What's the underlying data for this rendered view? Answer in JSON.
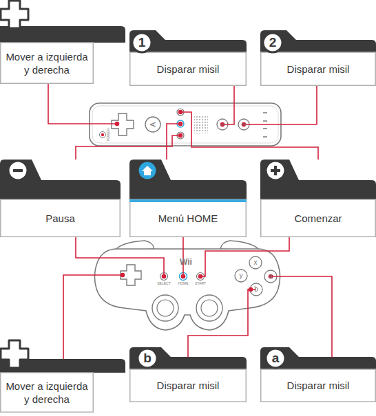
{
  "diagram": {
    "nodes": [
      {
        "text": [
          "Mover a izquierda y derecha"
        ]
      },
      {
        "text": [
          "1",
          "Disparar misil"
        ]
      },
      {
        "text": [
          "2",
          "Disparar misil"
        ]
      },
      {
        "text": [
          "Pausa"
        ]
      },
      {
        "text": [
          "Menú HOME"
        ]
      },
      {
        "text": [
          "Comenzar"
        ]
      },
      {
        "text": [
          "Mover a izquierda y derecha"
        ]
      },
      {
        "text": [
          "b",
          "Disparar misil"
        ]
      },
      {
        "text": [
          "a",
          "Disparar misil"
        ]
      }
    ],
    "labels": [
      "POWER",
      "A",
      "1",
      "2",
      "Wii",
      "SELECT",
      "HOME",
      "START",
      "x",
      "y",
      "a",
      "b"
    ]
  }
}
